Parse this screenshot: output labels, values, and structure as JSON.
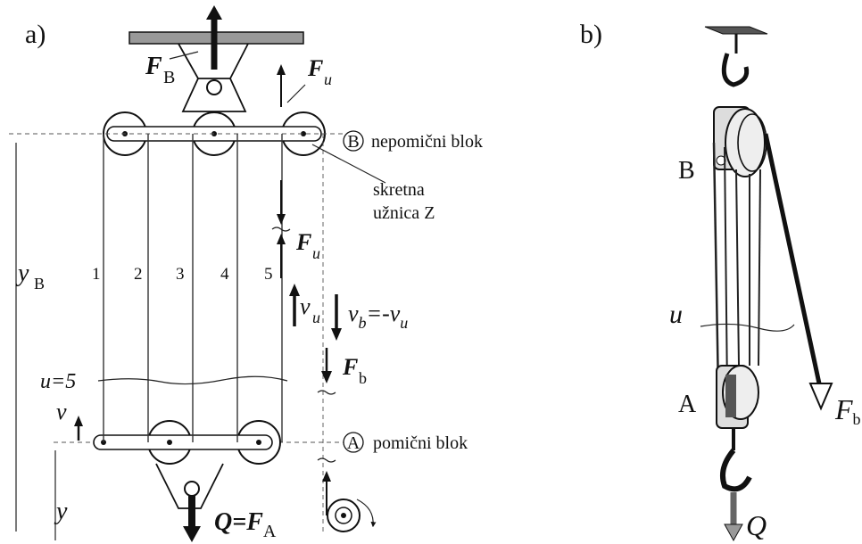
{
  "panel_a": {
    "label": "a)",
    "force_B": {
      "symbol": "F",
      "sub": "B"
    },
    "force_u_top": {
      "symbol": "F",
      "sub": "u"
    },
    "fixed_block_letter": "B",
    "fixed_block_text": "nepomični blok",
    "pulley_label_line1": "skretna",
    "pulley_label_line2": "užnica Z",
    "force_u_mid": {
      "symbol": "F",
      "sub": "u"
    },
    "yB": {
      "symbol": "y",
      "sub": "B"
    },
    "rope_numbers": [
      "1",
      "2",
      "3",
      "4",
      "5"
    ],
    "vu": {
      "symbol": "v",
      "sub": "u"
    },
    "vb": {
      "symbol": "v",
      "sub": "b",
      "rest": "=-",
      "rhs": "v",
      "rhs_sub": "u"
    },
    "u_count": "u=5",
    "force_b": {
      "symbol": "F",
      "sub": "b"
    },
    "v_label": "v",
    "moving_block_letter": "A",
    "moving_block_text": "pomični blok",
    "y_label": "y",
    "Q_label": {
      "lhs": "Q",
      "eq": "=",
      "symbol": "F",
      "sub": "A"
    }
  },
  "panel_b": {
    "label": "b)",
    "B": "B",
    "u": "u",
    "A": "A",
    "F_label": "F",
    "F_sub": "b",
    "Q": "Q"
  }
}
